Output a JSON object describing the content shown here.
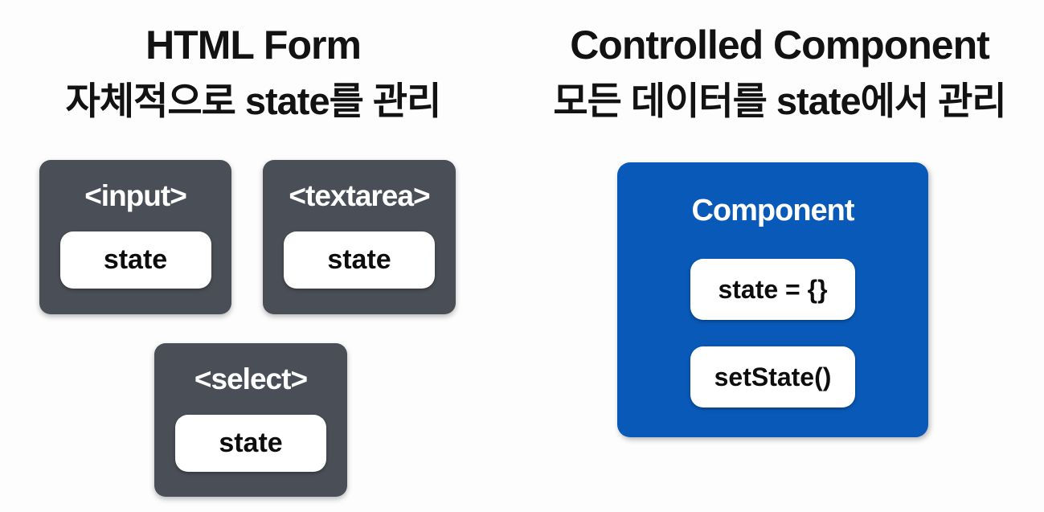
{
  "left_panel": {
    "title": "HTML Form",
    "subtitle": "자체적으로 state를 관리",
    "boxes": [
      {
        "label": "<input>",
        "state_label": "state"
      },
      {
        "label": "<textarea>",
        "state_label": "state"
      },
      {
        "label": "<select>",
        "state_label": "state"
      }
    ]
  },
  "right_panel": {
    "title": "Controlled Component",
    "subtitle": "모든 데이터를 state에서 관리",
    "component": {
      "title": "Component",
      "items": [
        "state = {}",
        "setState()"
      ]
    }
  },
  "colors": {
    "background": "#fdfdfd",
    "form_box_dark_gray": "#4a4e56",
    "component_blue": "#0959b8",
    "pill_white": "#ffffff",
    "text_dark": "#0d0d0d",
    "text_light": "#ffffff"
  }
}
